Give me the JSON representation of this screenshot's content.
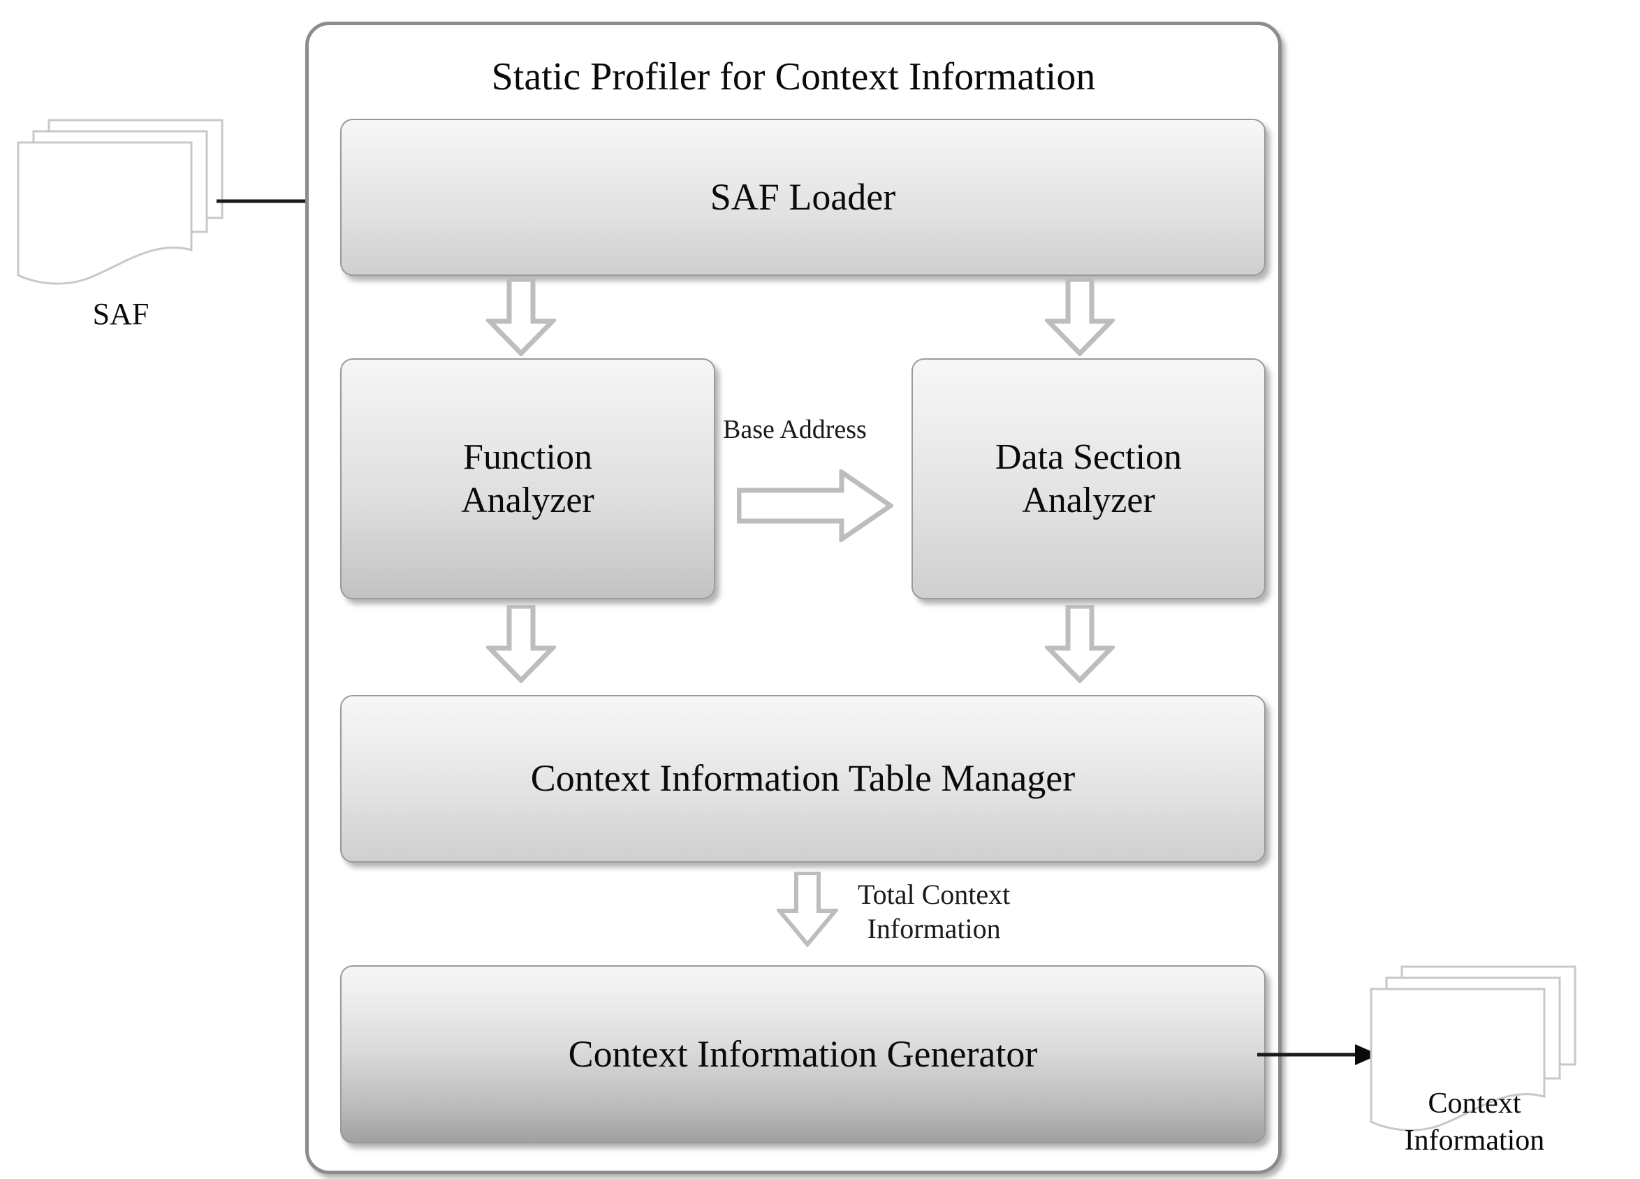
{
  "diagram": {
    "title": "Static Profiler for Context Information",
    "container_name": "Static Profiler for Context Information",
    "background_color": "#ffffff",
    "border_color": "#8c8c8c"
  },
  "inputs": [
    {
      "id": "saf",
      "label": "SAF",
      "shape": "multi-document-stack",
      "sheets": 3
    }
  ],
  "outputs": [
    {
      "id": "context-information",
      "label_line1": "Context",
      "label_line2": "Information",
      "shape": "multi-document-stack",
      "sheets": 3
    }
  ],
  "modules": [
    {
      "id": "saf-loader",
      "label": "SAF Loader",
      "row": 1
    },
    {
      "id": "function-analyzer",
      "label_line1": "Function",
      "label_line2": "Analyzer",
      "row": 2
    },
    {
      "id": "data-section-analyzer",
      "label_line1": "Data Section",
      "label_line2": "Analyzer",
      "row": 2
    },
    {
      "id": "context-information-table-manager",
      "label": "Context Information Table Manager",
      "row": 3
    },
    {
      "id": "context-information-generator",
      "label": "Context Information Generator",
      "row": 4
    }
  ],
  "edges": [
    {
      "id": "saf-to-loader",
      "from": "saf",
      "to": "saf-loader",
      "style": "solid-line-arrow",
      "direction": "right",
      "label": ""
    },
    {
      "id": "loader-to-function-analyzer",
      "from": "saf-loader",
      "to": "function-analyzer",
      "style": "hollow-block-arrow",
      "direction": "down",
      "label": ""
    },
    {
      "id": "loader-to-data-section-analyzer",
      "from": "saf-loader",
      "to": "data-section-analyzer",
      "style": "hollow-block-arrow",
      "direction": "down",
      "label": ""
    },
    {
      "id": "function-to-data-section",
      "from": "function-analyzer",
      "to": "data-section-analyzer",
      "style": "hollow-block-arrow",
      "direction": "right",
      "label": "Base Address"
    },
    {
      "id": "function-to-table-manager",
      "from": "function-analyzer",
      "to": "context-information-table-manager",
      "style": "hollow-block-arrow",
      "direction": "down",
      "label": ""
    },
    {
      "id": "data-section-to-table-manager",
      "from": "data-section-analyzer",
      "to": "context-information-table-manager",
      "style": "hollow-block-arrow",
      "direction": "down",
      "label": ""
    },
    {
      "id": "table-manager-to-generator",
      "from": "context-information-table-manager",
      "to": "context-information-generator",
      "style": "hollow-block-arrow",
      "direction": "down",
      "label_line1": "Total Context",
      "label_line2": "Information"
    },
    {
      "id": "generator-to-context-information",
      "from": "context-information-generator",
      "to": "context-information",
      "style": "solid-line-arrow",
      "direction": "right",
      "label": ""
    }
  ],
  "labels": {
    "base_address": "Base Address",
    "total_context_line1": "Total Context",
    "total_context_line2": "Information"
  },
  "colors": {
    "container_border": "#8c8c8c",
    "module_border": "#9a9a9a",
    "module_gradient_top": "#f7f7f7",
    "module_gradient_bottom": "#cfcfcf",
    "generator_gradient_bottom": "#a0a0a0",
    "arrow_outline": "#bdbdbd",
    "connector_line": "#1a1a1a",
    "document_outline": "#c8c8c8",
    "text": "#0a0a0a"
  }
}
